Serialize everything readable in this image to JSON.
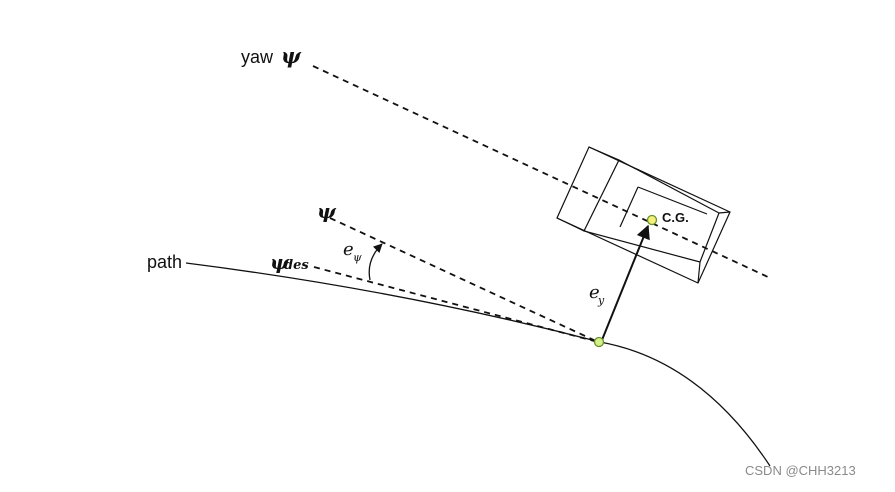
{
  "labels": {
    "yaw_word": "yaw",
    "yaw_symbol": "ψ",
    "psi_symbol": "ψ",
    "psi_des_symbol": "ψ",
    "psi_des_subscript": "des",
    "path": "path",
    "e_psi_letter": "e",
    "e_psi_subscript": "ψ",
    "e_y_letter": "e",
    "e_y_subscript": "y",
    "cg": "C.G."
  },
  "watermark": "CSDN @CHH3213",
  "colors": {
    "line": "#111111",
    "point_fill": "#d4f08a",
    "point_stroke": "#6a8f2a",
    "cg_fill": "#f2f07a"
  }
}
